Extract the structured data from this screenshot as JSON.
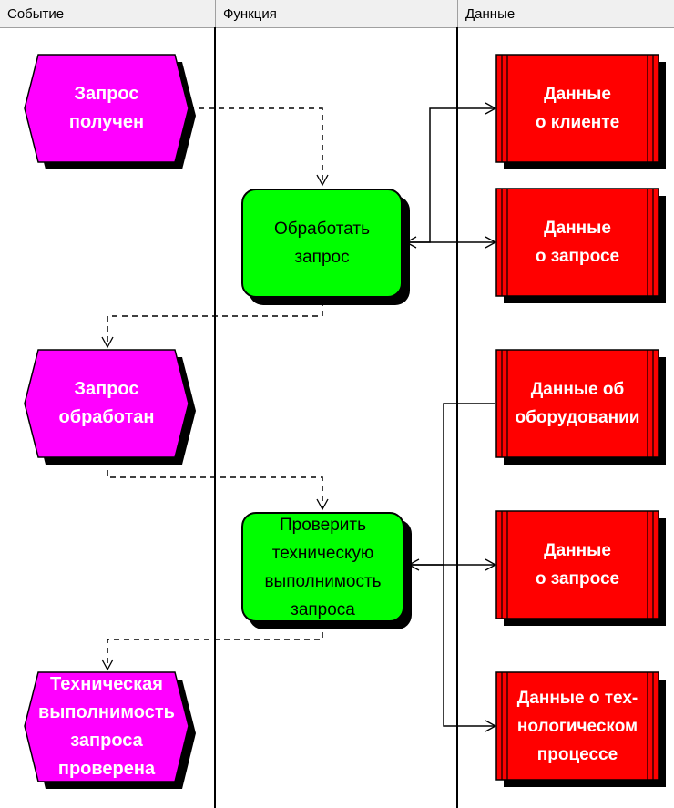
{
  "lanes": {
    "event": "Событие",
    "function": "Функция",
    "data": "Данные"
  },
  "events": [
    {
      "lines": [
        "Запрос",
        "получен"
      ]
    },
    {
      "lines": [
        "Запрос",
        "обработан"
      ]
    },
    {
      "lines": [
        "Техническая",
        "выполнимость",
        "запроса",
        "проверена"
      ]
    }
  ],
  "functions": [
    {
      "lines": [
        "Обработать",
        "запрос"
      ]
    },
    {
      "lines": [
        "Проверить",
        "техническую",
        "выполнимость",
        "запроса"
      ]
    }
  ],
  "data_objects": [
    {
      "lines": [
        "Данные",
        "о клиенте"
      ]
    },
    {
      "lines": [
        "Данные",
        "о запросе"
      ]
    },
    {
      "lines": [
        "Данные об",
        "оборудовании"
      ]
    },
    {
      "lines": [
        "Данные",
        "о запросе"
      ]
    },
    {
      "lines": [
        "Данные о тех-",
        "нологическом",
        "процессе"
      ]
    }
  ],
  "colors": {
    "event": "#ff00ff",
    "function": "#00ff00",
    "data": "#ff0000",
    "shadow": "#000000"
  }
}
